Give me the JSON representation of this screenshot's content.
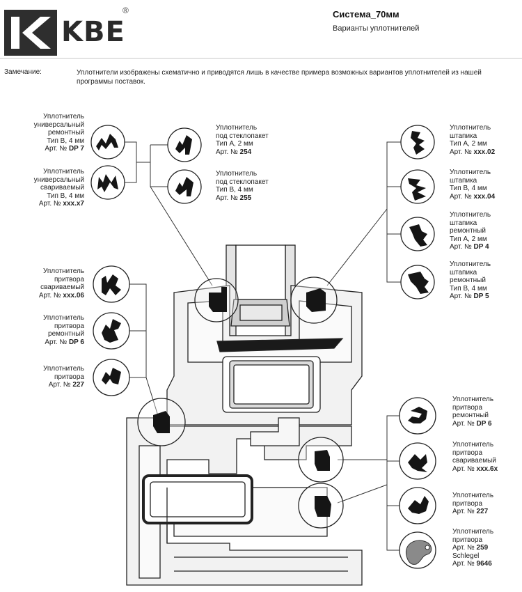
{
  "brand": {
    "name": "KBE",
    "registered": "®"
  },
  "header": {
    "title": "Система_70мм",
    "subtitle": "Варианты уплотнителей"
  },
  "note": {
    "label": "Замечание:",
    "text": "Уплотнители изображены схематично и приводятся лишь в качестве примера возможных вариантов уплотнителей из нашей программы поставок."
  },
  "seals": [
    {
      "lines": [
        "Уплотнитель",
        "универсальный",
        "ремонтный",
        "Тип B, 4 мм"
      ],
      "art_prefix": "Арт. № ",
      "art": "DP 7"
    },
    {
      "lines": [
        "Уплотнитель",
        "универсальный",
        "сваривaемый",
        "Тип B, 4 мм"
      ],
      "art_prefix": "Арт. № ",
      "art": "xxx.x7"
    },
    {
      "lines": [
        "Уплотнитель",
        "под стеклопакет",
        "Тип А, 2 мм"
      ],
      "art_prefix": "Арт. № ",
      "art": "254"
    },
    {
      "lines": [
        "Уплотнитель",
        "под стеклопакет",
        "Тип B, 4 мм"
      ],
      "art_prefix": "Арт. № ",
      "art": "255"
    },
    {
      "lines": [
        "Уплотнитель",
        "штапика",
        "Тип А, 2 мм"
      ],
      "art_prefix": "Арт. № ",
      "art": "xxx.02"
    },
    {
      "lines": [
        "Уплотнитель",
        "штапика",
        "Тип B, 4 мм"
      ],
      "art_prefix": "Арт. № ",
      "art": "xxx.04"
    },
    {
      "lines": [
        "Уплотнитель",
        "штапика",
        "ремонтный",
        "Тип А, 2 мм"
      ],
      "art_prefix": "Арт. № ",
      "art": "DP 4"
    },
    {
      "lines": [
        "Уплотнитель",
        "штапика",
        "ремонтный",
        "Тип B, 4 мм"
      ],
      "art_prefix": "Арт. № ",
      "art": "DP 5"
    },
    {
      "lines": [
        "Уплотнитель",
        "притвора",
        "свариваемый"
      ],
      "art_prefix": "Арт. № ",
      "art": "xxx.06"
    },
    {
      "lines": [
        "Уплотнитель",
        "притвора",
        "ремонтный"
      ],
      "art_prefix": "Арт. № ",
      "art": "DP 6"
    },
    {
      "lines": [
        "Уплотнитель",
        "притвора"
      ],
      "art_prefix": "Арт. № ",
      "art": "227"
    },
    {
      "lines": [
        "Уплотнитель",
        "притвора",
        "ремонтный"
      ],
      "art_prefix": "Арт. № ",
      "art": "DP 6"
    },
    {
      "lines": [
        "Уплотнитель",
        "притвора",
        "свариваемый"
      ],
      "art_prefix": "Арт. № ",
      "art": "xxx.6x"
    },
    {
      "lines": [
        "Уплотнитель",
        "притвора"
      ],
      "art_prefix": "Арт. № ",
      "art": "227"
    },
    {
      "lines": [
        "Уплотнитель",
        "притвора"
      ],
      "art_prefix": "Арт. № ",
      "art": "259",
      "extra_lines": [
        "Schlegel"
      ],
      "art2": "9646"
    }
  ],
  "colors": {
    "ink": "#1a1a1a",
    "profile_fill": "#efefef",
    "seal_fill": "#151515",
    "grey_seal": "#8a8a8a",
    "rule": "#c8c8c8"
  }
}
